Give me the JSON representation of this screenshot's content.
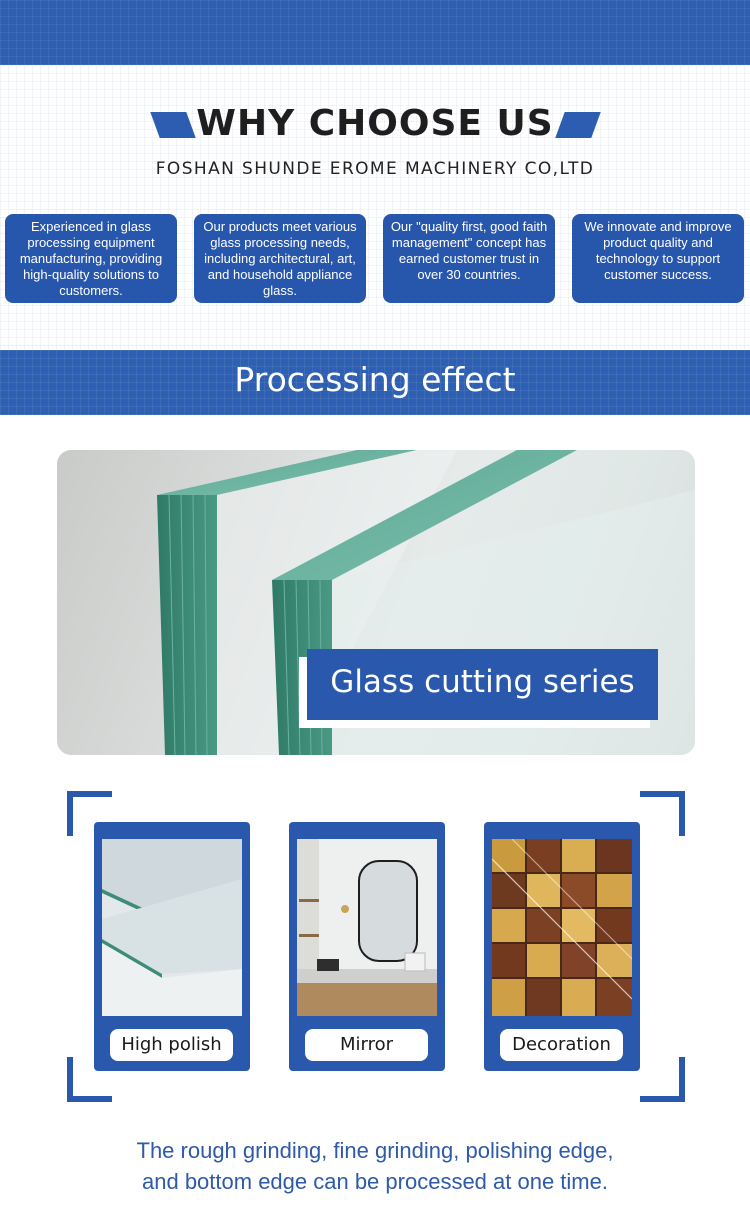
{
  "header": {
    "title": "WHY CHOOSE US",
    "company": "FOSHAN SHUNDE EROME MACHINERY CO,LTD"
  },
  "cards": [
    {
      "text": "Experienced in glass processing equipment manufacturing, providing high-quality solutions to customers."
    },
    {
      "text": "Our products meet various glass processing needs, including architectural, art, and household appliance glass."
    },
    {
      "text": "Our \"quality first, good faith management\" concept has earned customer trust in over 30 countries."
    },
    {
      "text": "We innovate and improve product quality and technology to support customer success."
    }
  ],
  "section": {
    "title": "Processing effect"
  },
  "hero": {
    "label": "Glass cutting series"
  },
  "tiles": [
    {
      "label": "High polish"
    },
    {
      "label": "Mirror"
    },
    {
      "label": "Decoration"
    }
  ],
  "footer": {
    "line1": "The rough grinding, fine grinding, polishing edge,",
    "line2": "and bottom edge can be processed at one time."
  },
  "colors": {
    "brand_blue": "#2a58ad",
    "text_blue": "#2f5aa8",
    "glass_edge": "#3d8a73"
  }
}
